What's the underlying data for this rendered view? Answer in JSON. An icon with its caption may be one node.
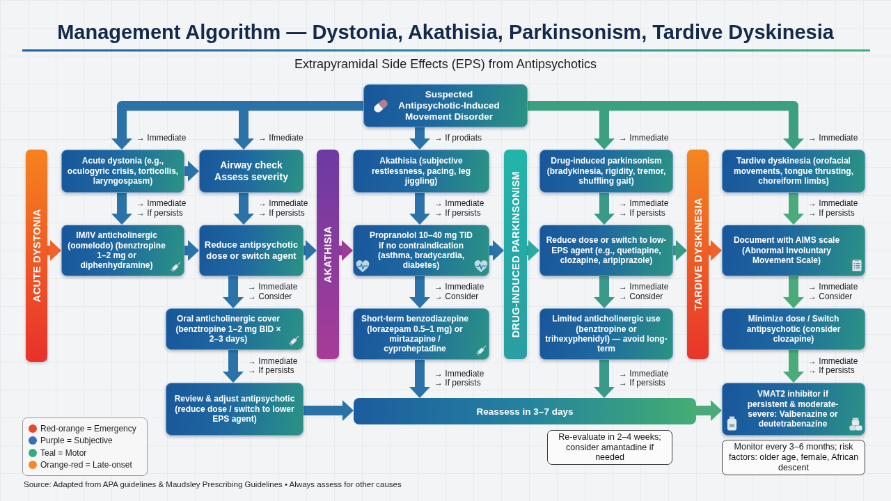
{
  "diagram": {
    "title": "Management Algorithm — Dystonia, Akathisia, Parkinsonism, Tardive Dyskinesia",
    "caption": "Source: Adapted from APA guidelines & Maudsley Prescribing Guidelines • Always assess for other causes",
    "nodes": [
      {
        "text": [
          "Suspected Antipsychotic-Induced Movement Disorder"
        ]
      },
      {
        "text": [
          "ACUTE DYSTONIA"
        ]
      },
      {
        "text": [
          "Acute dystonia (e.g., oculogyric crisis, torticollis, laryngospasm)"
        ]
      },
      {
        "text": [
          "Airway check Assess severity"
        ]
      },
      {
        "text": [
          "IM/IV anticholinergic (oomelodo) (benztropine 1–2 mg or diphenhydramine)"
        ]
      },
      {
        "text": [
          "Reduce antipsychotic dose or switch agent"
        ]
      },
      {
        "text": [
          "Oral anticholinergic cover (benztropine 1–2 mg BID × 2–3 days)"
        ]
      },
      {
        "text": [
          "Review & adjust antipsychotic (reduce dose / switch to lower EPS agent)"
        ]
      },
      {
        "text": [
          "AKATHISIA"
        ]
      },
      {
        "text": [
          "Akathisia (subjective restlessness, pacing, leg jiggling)"
        ]
      },
      {
        "text": [
          "Propranolol 10–40 mg TID if no contraindication (asthma, bradycardia, diabetes)"
        ]
      },
      {
        "text": [
          "Short-term benzodiazepine (lorazepam 0.5–1 mg) or mirtazapine / cyproheptadine"
        ]
      },
      {
        "text": [
          "DRUG-INDUCED PARKINSONISM"
        ]
      },
      {
        "text": [
          "Drug-induced parkinsonism (bradykinesia, rigidity, tremor, shuffling gait)"
        ]
      },
      {
        "text": [
          "Reduce dose or switch to low-EPS agent (e.g., quetiapine, clozapine, aripiprazole)"
        ]
      },
      {
        "text": [
          "Limited anticholinergic use (benztropine or trihexyphenidyl) — avoid long-term"
        ]
      },
      {
        "text": [
          "TARDIVE DYSKINESIA"
        ]
      },
      {
        "text": [
          "Tardive dyskinesia (orofacial movements, tongue thrusting, choreiform limbs)"
        ]
      },
      {
        "text": [
          "Document with AIMS scale (Abnormal Involuntary Movement Scale)"
        ]
      },
      {
        "text": [
          "Minimize dose / Switch antipsychotic (consider clozapine)"
        ]
      },
      {
        "text": [
          "VMAT2 inhibitor if persistent & moderate-severe: Valbenazine or deutetrabenazine"
        ]
      },
      {
        "text": [
          "Reassess in 3–7 days"
        ]
      },
      {
        "text": [
          "Re-evaluate in 2–4 weeks; consider amantadine if needed"
        ]
      },
      {
        "text": [
          "Monitor every 3–6 months; risk factors: older age, female, African descent"
        ]
      }
    ],
    "edges": [
      {
        "from": 0,
        "to": 2,
        "arrow": "to",
        "label": "→ Immediate"
      },
      {
        "from": 0,
        "to": 3,
        "arrow": "to",
        "label": "→ Ifmediate"
      },
      {
        "from": 0,
        "to": 9,
        "arrow": "to",
        "label": "→ If prodiats"
      },
      {
        "from": 0,
        "to": 13,
        "arrow": "to",
        "label": "→ Immediate",
        "color": "#3aa080"
      },
      {
        "from": 0,
        "to": 17,
        "arrow": "to",
        "label": "→ Immediate",
        "color": "#3aa080"
      },
      {
        "from": 2,
        "to": 3,
        "arrow": "to"
      },
      {
        "from": 2,
        "to": 4,
        "arrow": "to",
        "label": "→ Immediate → If persists"
      },
      {
        "from": 3,
        "to": 5,
        "arrow": "to",
        "label": "→ Immediate → If persists"
      },
      {
        "from": 1,
        "to": 4,
        "arrow": "to",
        "color": "#f0622c"
      },
      {
        "from": 4,
        "to": 5,
        "arrow": "to"
      },
      {
        "from": 5,
        "to": 8,
        "arrow": "to"
      },
      {
        "from": 5,
        "to": 6,
        "arrow": "to",
        "label": "→ Immediate → Consider"
      },
      {
        "from": 6,
        "to": 7,
        "arrow": "to",
        "label": "→ Immediate → If persists"
      },
      {
        "from": 7,
        "to": 21,
        "arrow": "to"
      },
      {
        "from": 8,
        "to": 10,
        "arrow": "to",
        "color": "#9a3a9a"
      },
      {
        "from": 9,
        "to": 10,
        "arrow": "to",
        "label": "→ Immediate → If persists"
      },
      {
        "from": 10,
        "to": 11,
        "arrow": "to",
        "label": "→ Immediate → Consider"
      },
      {
        "from": 11,
        "to": 21,
        "arrow": "to",
        "label": "→ Immediate → If persists"
      },
      {
        "from": 10,
        "to": 12,
        "arrow": "to"
      },
      {
        "from": 12,
        "to": 14,
        "arrow": "to",
        "color": "#2aaa9f"
      },
      {
        "from": 13,
        "to": 14,
        "arrow": "to",
        "label": "→ Immediate → If persists",
        "color": "#3a9a8a"
      },
      {
        "from": 14,
        "to": 15,
        "arrow": "to",
        "label": "→ Immediate → Consider",
        "color": "#3a9a8a"
      },
      {
        "from": 15,
        "to": 21,
        "arrow": "to",
        "label": "→ Immediate → If persists",
        "color": "#3a9a8a"
      },
      {
        "from": 14,
        "to": 16,
        "arrow": "to",
        "color": "#3a9a8a"
      },
      {
        "from": 16,
        "to": 18,
        "arrow": "to",
        "color": "#f0622c"
      },
      {
        "from": 17,
        "to": 18,
        "arrow": "to",
        "label": "→ Immediate → If persists",
        "color": "#4aaa7a"
      },
      {
        "from": 18,
        "to": 19,
        "arrow": "to",
        "label": "→ Immediate → Consider",
        "color": "#4aaa7a"
      },
      {
        "from": 19,
        "to": 20,
        "arrow": "to",
        "label": "→ Immediate → If persists",
        "color": "#4aaa7a"
      },
      {
        "from": 21,
        "to": 20,
        "arrow": "to",
        "color": "#4aaa7a"
      }
    ],
    "labels": [
      "Extrapyramidal Side Effects (EPS) from Antipsychotics"
    ],
    "legend": [
      {
        "text": "Red-orange = Emergency",
        "color": "#e8472e"
      },
      {
        "text": "Purple = Subjective",
        "color": "#3a6cc0"
      },
      {
        "text": "Teal = Motor",
        "color": "#2fae80"
      },
      {
        "text": "Orange-red = Late-onset",
        "color": "#f5892a"
      }
    ]
  }
}
